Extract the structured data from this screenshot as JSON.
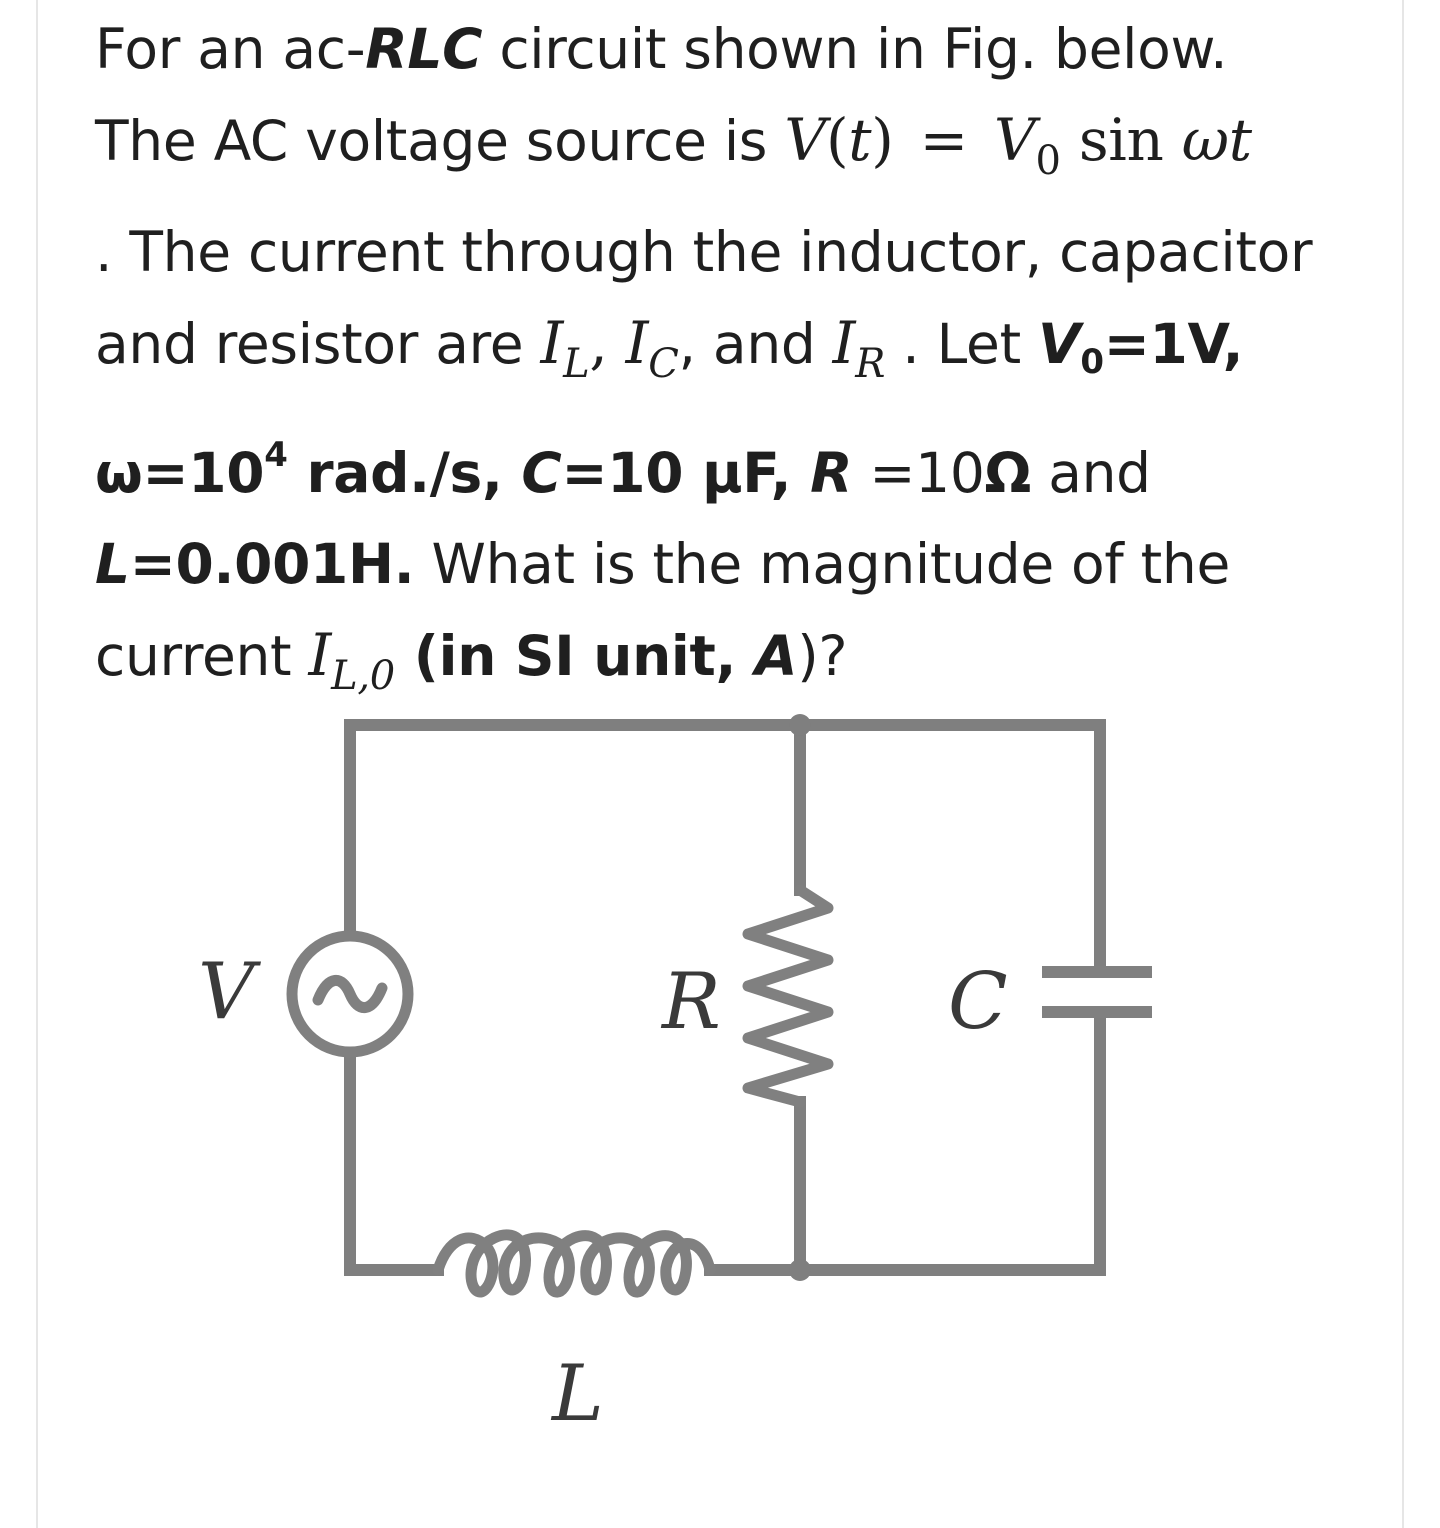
{
  "question": {
    "line1": {
      "t1": "For an ac-",
      "t2": "RLC",
      "t3": " circuit shown in Fig. below."
    },
    "line2": {
      "t1": "The AC voltage source is ",
      "v": "V",
      "lp": "(",
      "t": "t",
      "rp": ")",
      "eq": "=",
      "v0": "V",
      "v0sub": "0",
      "sin": "sin",
      "wt": "ωt"
    },
    "line3": {
      "t1": ". The current through the inductor, capacitor"
    },
    "line4": {
      "t1": "and resistor are ",
      "il": "I",
      "ilsub": "L",
      "c1": ", ",
      "ic": "I",
      "icsub": "C",
      "c2": ", and ",
      "ir": "I",
      "irsub": "R",
      "t2": " . Let ",
      "v0": "V",
      "v0sub": "0",
      "v0val": "=1V,"
    },
    "line5": {
      "t1": "ω=10",
      "sup": "4",
      "t2": " rad./s, ",
      "c": "C",
      "t3": "=10 μF, ",
      "r": "R",
      "t4": " =10",
      "ohm": "Ω",
      "t5": " and"
    },
    "line6": {
      "l": "L",
      "t1": "=0.001H.",
      "t2": " What is the magnitude of the"
    },
    "line7": {
      "t1": "current ",
      "i": "I",
      "isub": "L,0",
      "t2": " (in SI unit, ",
      "a": "A",
      "t3": ")?"
    }
  },
  "figure": {
    "label_v": "V",
    "label_r": "R",
    "label_c": "C",
    "label_l": "L"
  }
}
